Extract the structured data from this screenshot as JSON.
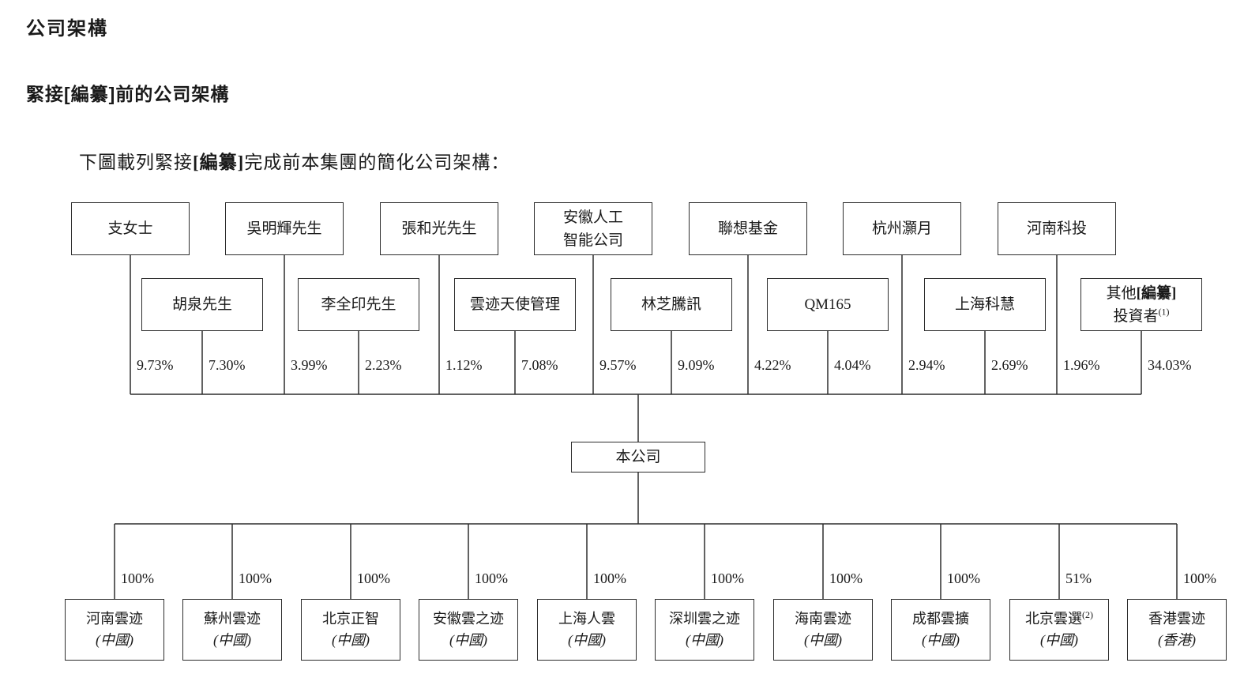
{
  "page": {
    "title": "公司架構",
    "subtitle": "緊接[編纂]前的公司架構",
    "intro": {
      "pre": "下圖載列緊接",
      "redacted": "[編纂]",
      "post": "完成前本集團的簡化公司架構："
    }
  },
  "chart": {
    "shareholders_row1": [
      {
        "name": "支女士",
        "pct": "9.73%"
      },
      {
        "name": "吳明輝先生",
        "pct": "3.99%"
      },
      {
        "name": "張和光先生",
        "pct": "1.12%"
      },
      {
        "name": "安徽人工\n智能公司",
        "pct": "9.57%"
      },
      {
        "name": "聯想基金",
        "pct": "4.22%"
      },
      {
        "name": "杭州灝月",
        "pct": "2.94%"
      },
      {
        "name": "河南科投",
        "pct": "1.96%"
      }
    ],
    "shareholders_row2": [
      {
        "name": "胡泉先生",
        "pct": "7.30%"
      },
      {
        "name": "李全印先生",
        "pct": "2.23%"
      },
      {
        "name": "雲迹天使管理",
        "pct": "7.08%"
      },
      {
        "name": "林芝騰訊",
        "pct": "9.09%"
      },
      {
        "name": "QM165",
        "pct": "4.04%"
      },
      {
        "name": "上海科慧",
        "pct": "2.69%"
      },
      {
        "name_prefix": "其他",
        "name_redacted": "[編纂]",
        "name_line2": "投資者",
        "note": "(1)",
        "pct": "34.03%"
      }
    ],
    "company": {
      "name": "本公司"
    },
    "subsidiaries": [
      {
        "name": "河南雲迹",
        "region": "(中國)",
        "pct": "100%"
      },
      {
        "name": "蘇州雲迹",
        "region": "(中國)",
        "pct": "100%"
      },
      {
        "name": "北京正智",
        "region": "(中國)",
        "pct": "100%"
      },
      {
        "name": "安徽雲之迹",
        "region": "(中國)",
        "pct": "100%"
      },
      {
        "name": "上海人雲",
        "region": "(中國)",
        "pct": "100%"
      },
      {
        "name": "深圳雲之迹",
        "region": "(中國)",
        "pct": "100%"
      },
      {
        "name": "海南雲迹",
        "region": "(中國)",
        "pct": "100%"
      },
      {
        "name": "成都雲擴",
        "region": "(中國)",
        "pct": "100%"
      },
      {
        "name": "北京雲選",
        "note": "(2)",
        "region": "(中國)",
        "pct": "51%"
      },
      {
        "name": "香港雲迹",
        "region": "(香港)",
        "pct": "100%"
      }
    ]
  }
}
